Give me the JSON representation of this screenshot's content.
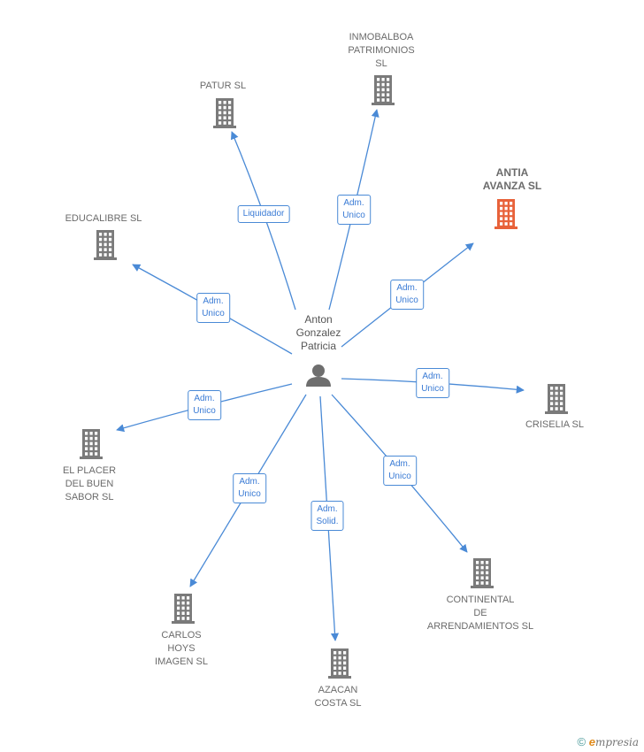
{
  "person": {
    "name_lines": [
      "Anton",
      "Gonzalez",
      "Patricia"
    ]
  },
  "colors": {
    "edge": "#4a8ad6",
    "building_default": "#7a7a7a",
    "building_highlight": "#e8623a"
  },
  "nodes": [
    {
      "id": "patur",
      "lines": [
        "PATUR SL"
      ],
      "edge_label": [
        "Liquidador"
      ],
      "highlight": false
    },
    {
      "id": "inmobalboa",
      "lines": [
        "INMOBALBOA",
        "PATRIMONIOS",
        "SL"
      ],
      "edge_label": [
        "Adm.",
        "Unico"
      ],
      "highlight": false
    },
    {
      "id": "antia",
      "lines": [
        "ANTIA",
        "AVANZA  SL"
      ],
      "edge_label": [
        "Adm.",
        "Unico"
      ],
      "highlight": true
    },
    {
      "id": "educalibre",
      "lines": [
        "EDUCALIBRE SL"
      ],
      "edge_label": [
        "Adm.",
        "Unico"
      ],
      "highlight": false
    },
    {
      "id": "criselia",
      "lines": [
        "CRISELIA SL"
      ],
      "edge_label": [
        "Adm.",
        "Unico"
      ],
      "highlight": false
    },
    {
      "id": "elplacer",
      "lines": [
        "EL PLACER",
        "DEL BUEN",
        "SABOR SL"
      ],
      "edge_label": [
        "Adm.",
        "Unico"
      ],
      "highlight": false
    },
    {
      "id": "continental",
      "lines": [
        "CONTINENTAL",
        "DE",
        "ARRENDAMIENTOS SL"
      ],
      "edge_label": [
        "Adm.",
        "Unico"
      ],
      "highlight": false
    },
    {
      "id": "carlos",
      "lines": [
        "CARLOS",
        "HOYS",
        "IMAGEN SL"
      ],
      "edge_label": [
        "Adm.",
        "Unico"
      ],
      "highlight": false
    },
    {
      "id": "azacan",
      "lines": [
        "AZACAN",
        "COSTA SL"
      ],
      "edge_label": [
        "Adm.",
        "Solid."
      ],
      "highlight": false
    }
  ],
  "footer": {
    "copyright_symbol": "©",
    "brand": "mpresia",
    "brand_initial": "e"
  }
}
